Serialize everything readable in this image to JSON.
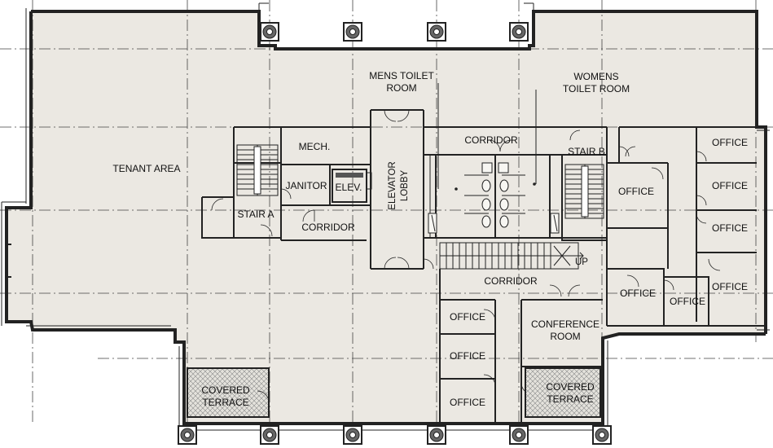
{
  "rooms": {
    "tenant_area": "TENANT AREA",
    "mens_toilet": [
      "MENS TOILET",
      "ROOM"
    ],
    "womens_toilet": [
      "WOMENS",
      "TOILET ROOM"
    ],
    "corridor_top": "CORRIDOR",
    "mech": "MECH.",
    "janitor": "JANITOR",
    "elev": "ELEV.",
    "elevator_lobby": [
      "ELEVATOR",
      "LOBBY"
    ],
    "stair_a": "STAIR A",
    "corridor_left": "CORRIDOR",
    "stair_b": "STAIR B",
    "up": "UP",
    "corridor_main": "CORRIDOR",
    "conference": [
      "CONFERENCE",
      "ROOM"
    ],
    "office": "OFFICE",
    "covered_terrace": [
      "COVERED",
      "TERRACE"
    ]
  },
  "colors": {
    "floor": "#ebe8e2",
    "wall": "#2a2a2a",
    "terrace_hatch": "#8a8a8a"
  }
}
